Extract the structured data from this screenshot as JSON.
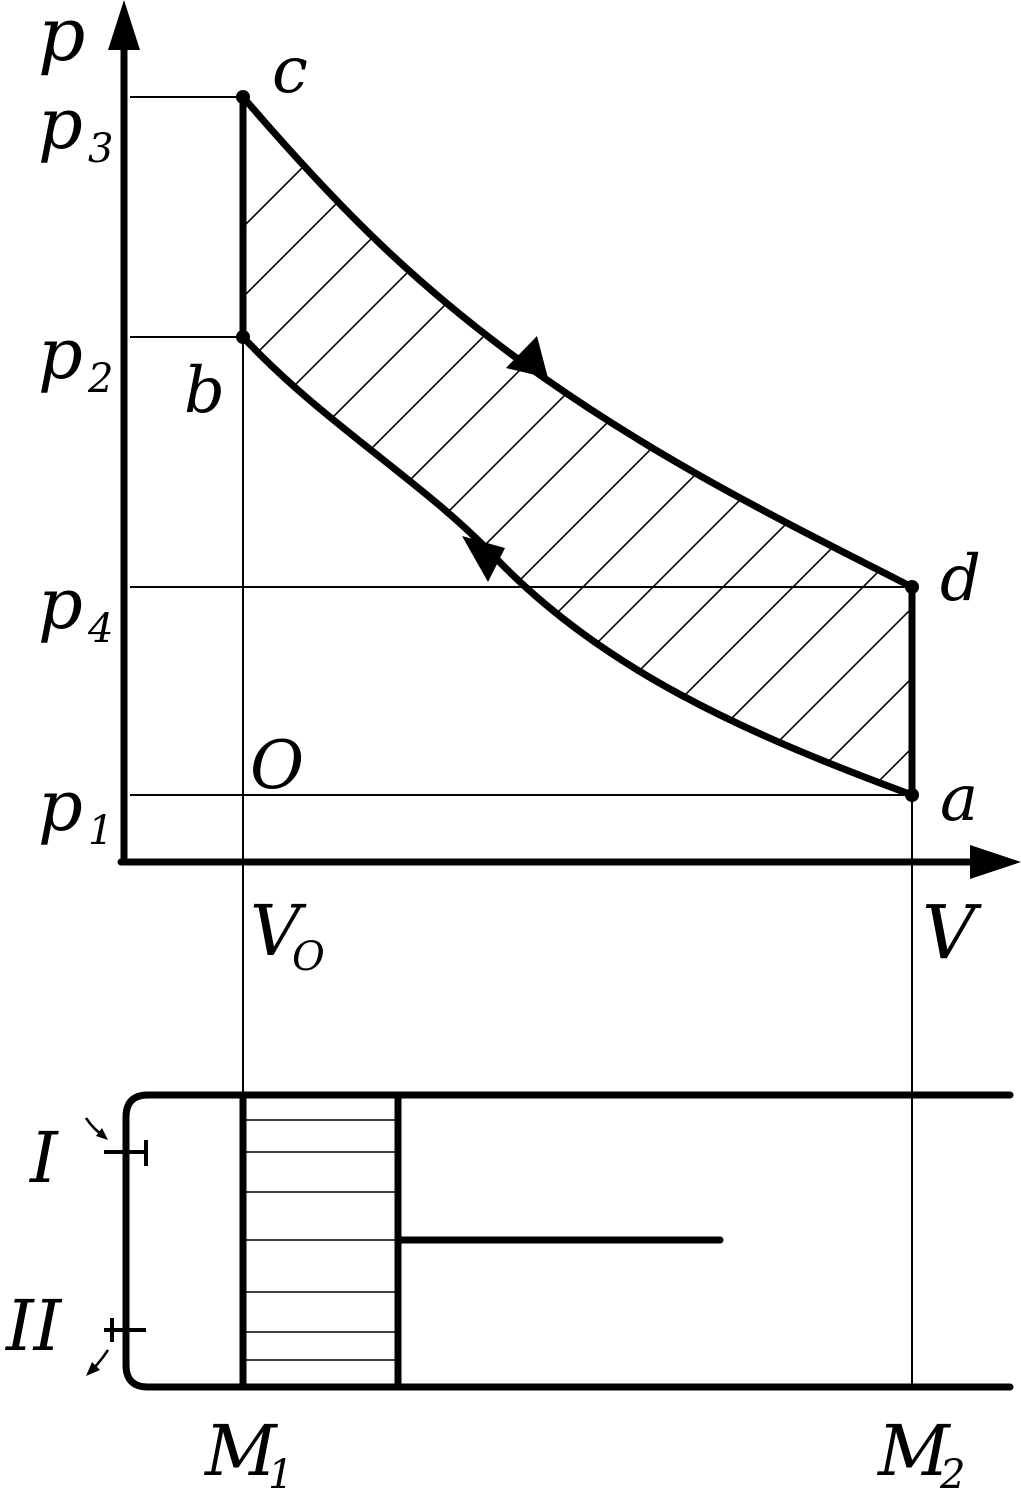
{
  "axes": {
    "p": "p",
    "V": "V"
  },
  "pressure_ticks": [
    {
      "base": "p",
      "sub": "3"
    },
    {
      "base": "p",
      "sub": "2"
    },
    {
      "base": "p",
      "sub": "4"
    },
    {
      "base": "p",
      "sub": "1"
    }
  ],
  "volume_tick": {
    "base": "V",
    "sub": "O"
  },
  "points": {
    "a": "a",
    "b": "b",
    "c": "c",
    "d": "d",
    "O": "O"
  },
  "cylinder": {
    "valve_in": "I",
    "valve_out": "II",
    "marks": [
      {
        "base": "M",
        "sub": "1"
      },
      {
        "base": "M",
        "sub": "2"
      }
    ]
  },
  "colors": {
    "ink": "#000000",
    "paper": "#ffffff"
  }
}
